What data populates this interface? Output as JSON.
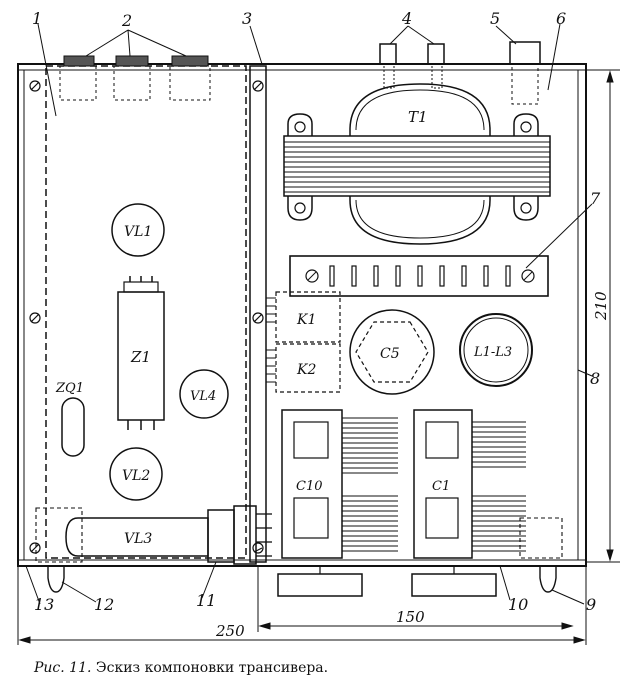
{
  "callouts": [
    "1",
    "2",
    "3",
    "4",
    "5",
    "6",
    "7",
    "8",
    "9",
    "10",
    "11",
    "12",
    "13"
  ],
  "components": {
    "t1": "T1",
    "vl1": "VL1",
    "vl2": "VL2",
    "vl3": "VL3",
    "vl4": "VL4",
    "z1": "Z1",
    "zq1": "ZQ1",
    "k1": "K1",
    "k2": "K2",
    "c5": "C5",
    "l1l3": "L1-L3",
    "c10": "C10",
    "c1": "C1"
  },
  "dimensions": {
    "width_total": "250",
    "width_right": "150",
    "height": "210"
  },
  "caption": {
    "label": "Рис. 11.",
    "text": " Эскиз компоновки трансивера."
  }
}
